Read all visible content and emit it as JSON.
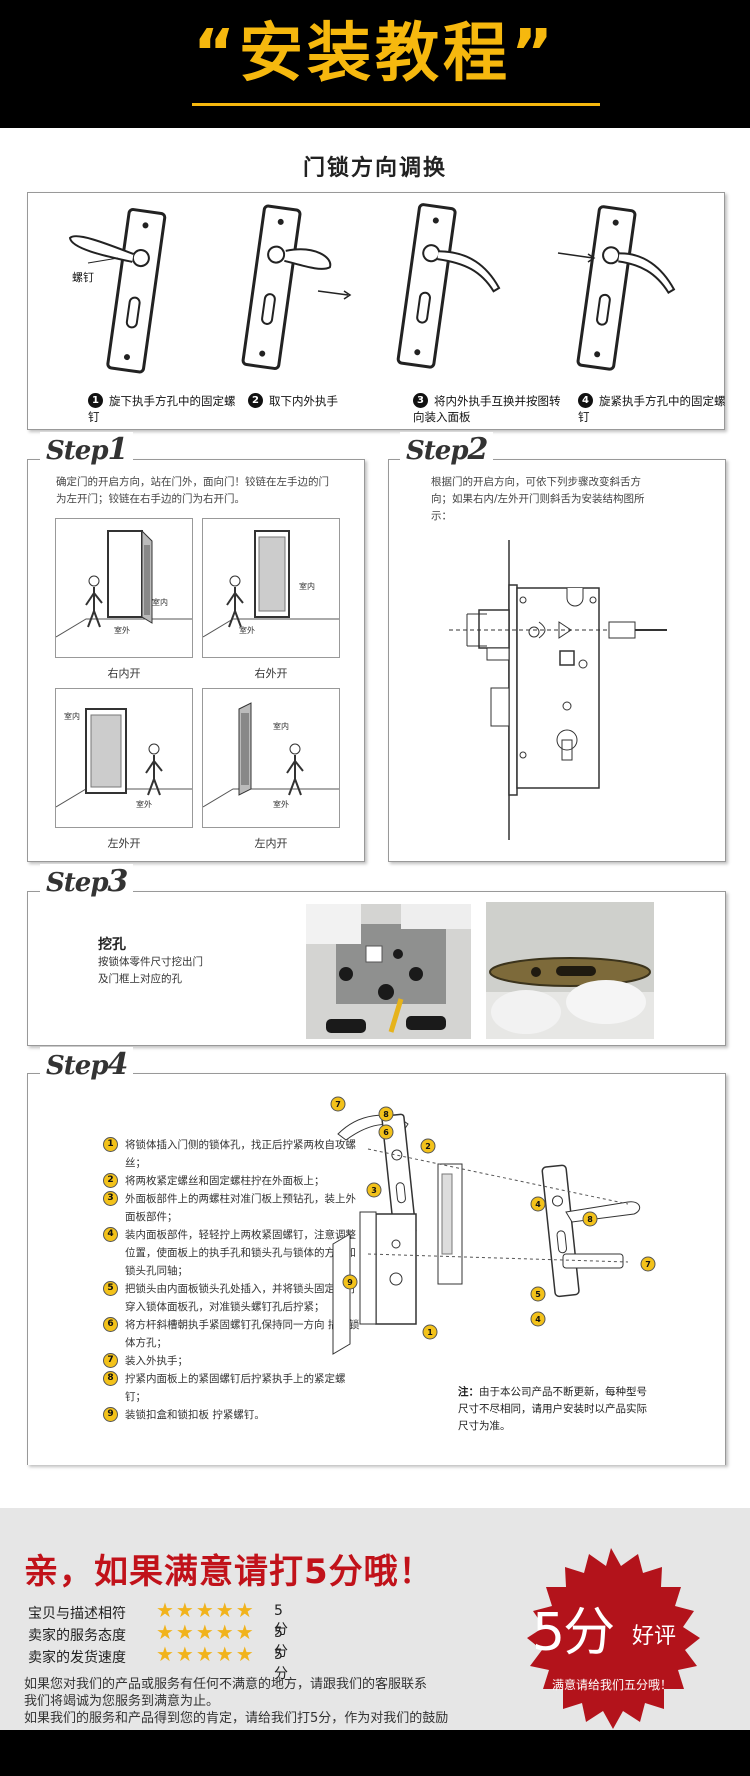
{
  "header": {
    "title": "“安装教程”"
  },
  "section1": {
    "title": "门锁方向调换",
    "screw_label": "螺钉",
    "steps": [
      {
        "num": "1",
        "text": "旋下执手方孔中的固定螺钉"
      },
      {
        "num": "2",
        "text": "取下内外执手"
      },
      {
        "num": "3",
        "text": "将内外执手互换并按图转向装入面板"
      },
      {
        "num": "4",
        "text": "旋紧执手方孔中的固定螺钉"
      }
    ]
  },
  "step1": {
    "heading_word": "Step",
    "heading_num": "1",
    "description": "确定门的开启方向，站在门外，面向门！铰链在左手边的门为左开门；铰链在右手边的门为右开门。",
    "doors": [
      {
        "label": "右内开",
        "inside": "室内",
        "outside": "室外"
      },
      {
        "label": "右外开",
        "inside": "室内",
        "outside": "室外"
      },
      {
        "label": "左外开",
        "inside": "室内",
        "outside": "室外"
      },
      {
        "label": "左内开",
        "inside": "室内",
        "outside": "室外"
      }
    ]
  },
  "step2": {
    "heading_word": "Step",
    "heading_num": "2",
    "description": "根据门的开启方向，可依下列步骤改变斜舌方向；如果右内/左外开门则斜舌为安装结构图所示："
  },
  "step3": {
    "heading_word": "Step",
    "heading_num": "3",
    "title": "挖孔",
    "description": "按锁体零件尺寸挖出门及门框上对应的孔"
  },
  "step4": {
    "heading_word": "Step",
    "heading_num": "4",
    "instructions": [
      {
        "num": "1",
        "text": "将锁体插入门侧的锁体孔，找正后拧紧两枚自攻螺丝；"
      },
      {
        "num": "2",
        "text": "将两枚紧定螺丝和固定螺柱拧在外面板上；"
      },
      {
        "num": "3",
        "text": "外面板部件上的两螺柱对准门板上预钻孔，装上外面板部件；"
      },
      {
        "num": "4",
        "text": "装内面板部件，轻轻拧上两枚紧固螺钉，注意调整位置，使面板上的执手孔和锁头孔与锁体的方孔和锁头孔同轴；"
      },
      {
        "num": "5",
        "text": "把锁头由内面板锁头孔处插入，并将锁头固定螺钉穿入锁体面板孔，对准锁头螺钉孔后拧紧；"
      },
      {
        "num": "6",
        "text": "将方杆斜槽朝执手紧固螺钉孔保持同一方向 插入锁体方孔；"
      },
      {
        "num": "7",
        "text": "装入外执手；"
      },
      {
        "num": "8",
        "text": "拧紧内面板上的紧固螺钉后拧紧执手上的紧定螺钉；"
      },
      {
        "num": "9",
        "text": "装锁扣盒和锁扣板 拧紧螺钉。"
      }
    ],
    "note_label": "注：",
    "note_text": "由于本公司产品不断更新，每种型号尺寸不尽相同，请用户安装时以产品实际尺寸为准。"
  },
  "rating": {
    "headline": "亲，如果满意请打5分哦！",
    "rows": [
      {
        "label": "宝贝与描述相符",
        "stars": "★★★★★",
        "score": "5分"
      },
      {
        "label": "卖家的服务态度",
        "stars": "★★★★★",
        "score": "5分"
      },
      {
        "label": "卖家的发货速度",
        "stars": "★★★★★",
        "score": "5分"
      }
    ],
    "note_lines": [
      "如果您对我们的产品或服务有任何不满意的地方，请跟我们的客服联系",
      "我们将竭诚为您服务到满意为止。",
      "如果我们的服务和产品得到您的肯定，请给我们打5分，作为对我们的鼓励"
    ],
    "badge_big": "5分",
    "badge_sub": "好评",
    "badge_small": "满意请给我们五分哦！"
  },
  "colors": {
    "accent": "#f6b80e",
    "brand_red": "#c1121a",
    "badge_red": "#b3131b",
    "star": "#f1b31c"
  }
}
